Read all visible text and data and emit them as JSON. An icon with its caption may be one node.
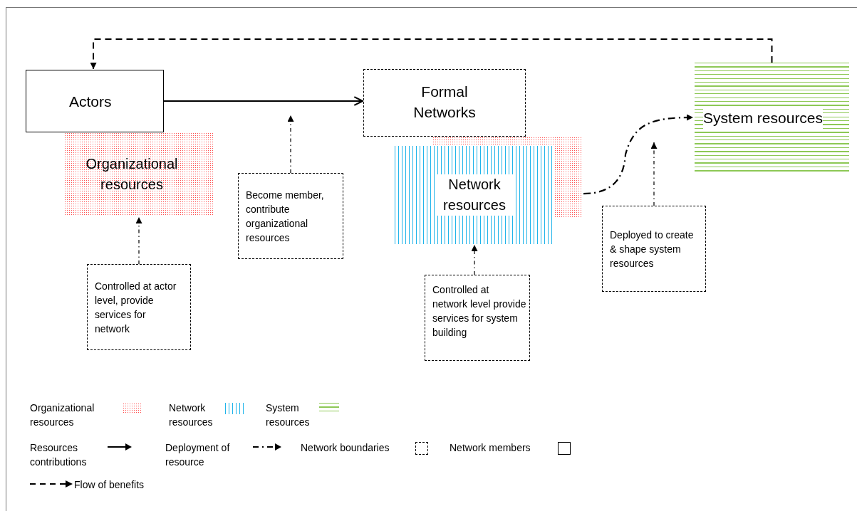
{
  "diagram": {
    "nodes": [
      {
        "text": [
          "Actors"
        ]
      },
      {
        "text": [
          "Organizational resources"
        ]
      },
      {
        "text": [
          "Formal Networks"
        ]
      },
      {
        "text": [
          "Network resources"
        ]
      },
      {
        "text": [
          "System resources"
        ]
      },
      {
        "text": [
          "Become member, contribute organizational resources"
        ]
      },
      {
        "text": [
          "Controlled at actor level, provide services for network"
        ]
      },
      {
        "text": [
          "Controlled at network level provide services for system building"
        ]
      },
      {
        "text": [
          "Deployed to create & shape system resources"
        ]
      }
    ],
    "edges": [
      {
        "from": 0,
        "to": 2,
        "arrow": "to"
      },
      {
        "from": 4,
        "to": 0,
        "arrow": "to",
        "style": "dashed"
      },
      {
        "from": 3,
        "to": 4,
        "arrow": "to",
        "style": "dashed"
      },
      {
        "from": 6,
        "to": 1,
        "arrow": "to",
        "style": "dashed"
      },
      {
        "from": 5,
        "to": null,
        "arrow": "to",
        "style": "dashed"
      },
      {
        "from": 7,
        "to": 3,
        "arrow": "to",
        "style": "dashed"
      },
      {
        "from": 8,
        "to": null,
        "arrow": "to",
        "style": "dashed"
      }
    ],
    "legend": [
      {
        "text": "Organizational resources"
      },
      {
        "text": "Network resources"
      },
      {
        "text": "System resources"
      },
      {
        "text": "Resources contributions"
      },
      {
        "text": "Deployment of resource"
      },
      {
        "text": "Network boundaries"
      },
      {
        "text": "Network members"
      },
      {
        "text": "Flow of benefits"
      }
    ]
  }
}
